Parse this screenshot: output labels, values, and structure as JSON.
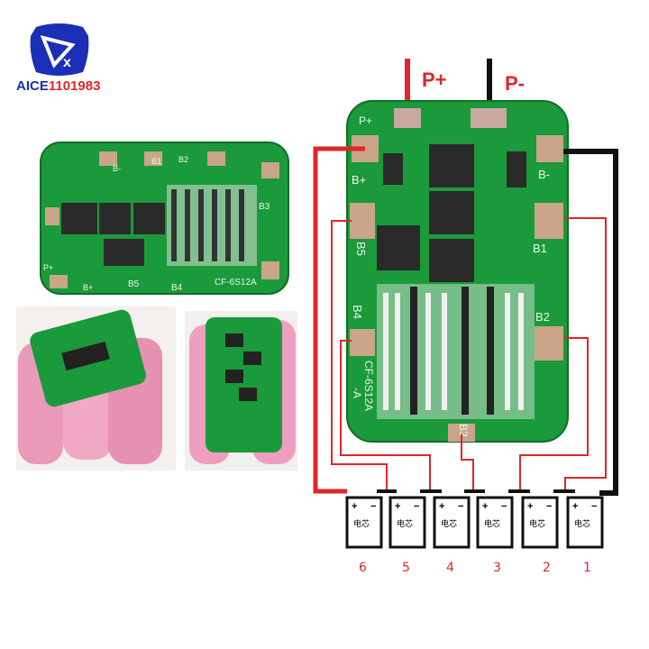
{
  "logo": {
    "brand": "AICE1101983",
    "colors": {
      "shield": "#1a2fb5",
      "text_blue": "#1a2fb5",
      "text_red": "#e0262a"
    }
  },
  "diagram": {
    "terminals": {
      "positive": "P+",
      "negative": "P-"
    },
    "board_labels": {
      "p_plus": "P+",
      "b_plus": "B+",
      "b_minus": "B-",
      "b1": "B1",
      "b2": "B2",
      "b3": "B3",
      "b4": "B4",
      "b5": "B5",
      "model": "CF-6S12A",
      "model_suffix": "-A"
    },
    "cells": [
      {
        "number": "6",
        "label": "电芯",
        "plus": "+",
        "minus": "−"
      },
      {
        "number": "5",
        "label": "电芯",
        "plus": "+",
        "minus": "−"
      },
      {
        "number": "4",
        "label": "电芯",
        "plus": "+",
        "minus": "−"
      },
      {
        "number": "3",
        "label": "电芯",
        "plus": "+",
        "minus": "−"
      },
      {
        "number": "2",
        "label": "电芯",
        "plus": "+",
        "minus": "−"
      },
      {
        "number": "1",
        "label": "电芯",
        "plus": "+",
        "minus": "−"
      }
    ],
    "colors": {
      "positive_wire": "#e0262a",
      "negative_wire": "#111111",
      "balance_wire": "#e0262a",
      "pcb": "#1a9a3a"
    }
  },
  "small_board": {
    "labels": {
      "b_minus": "B-",
      "b3": "B3",
      "b2": "B2",
      "b1": "B1",
      "b5": "B5",
      "b4": "B4",
      "p_plus": "P+",
      "b_plus": "B+",
      "model": "CF-6S12A"
    }
  }
}
